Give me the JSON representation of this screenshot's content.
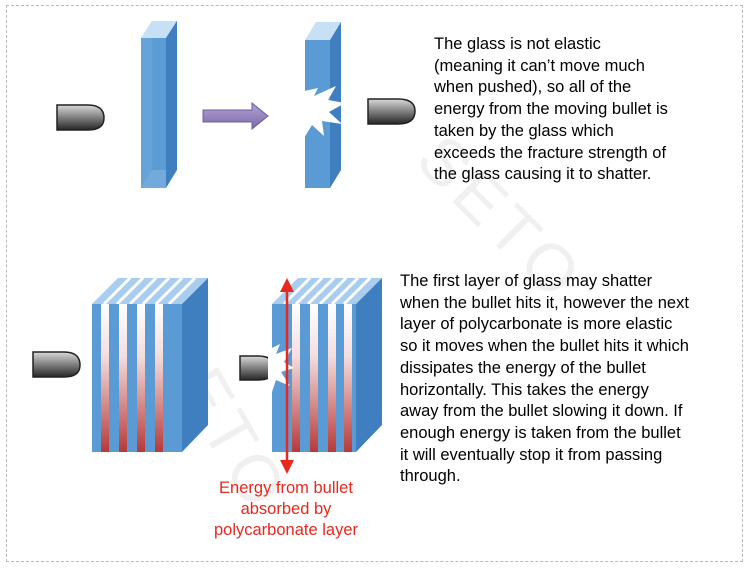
{
  "watermark": "SETO",
  "top_explanation": "The glass is not elastic\n(meaning it can’t move much\nwhen pushed), so all of the\nenergy from the moving bullet is\ntaken by the glass which\nexceeds the fracture strength of\nthe glass causing it to shatter.",
  "bottom_explanation": "The first layer of glass may shatter\nwhen the bullet hits it, however the next\nlayer of polycarbonate is more elastic\nso it moves when the bullet hits it which\ndissipates the energy of the bullet\nhorizontally.  This takes the energy\naway from the bullet slowing it down.  If\nenough energy is taken from the bullet\nit will eventually stop it from passing\nthrough.",
  "arrow_caption": "Energy from bullet\nabsorbed by\npolycarbonate layer",
  "colors": {
    "glass_front": "#5b9bd5",
    "glass_side": "#3f7fc0",
    "glass_top": "#a8cdee",
    "polycarbonate_gradient_top": "#ffffff",
    "polycarbonate_gradient_bottom": "#b53a38",
    "arrow_purple": "#8e7bb6",
    "energy_arrow_red": "#e8281e",
    "bullet_dark": "#2f2f2f",
    "bullet_light": "#cfcfcf"
  }
}
